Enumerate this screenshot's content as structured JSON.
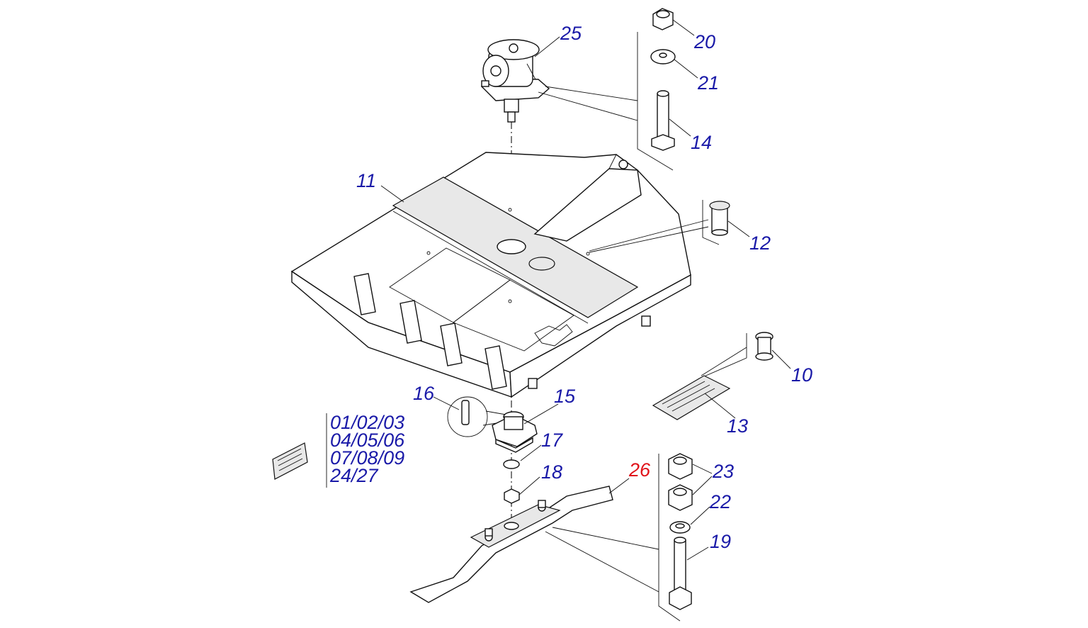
{
  "callouts": {
    "c25": "25",
    "c20": "20",
    "c21": "21",
    "c14": "14",
    "c11": "11",
    "c12": "12",
    "c10": "10",
    "c13": "13",
    "c16": "16",
    "c15": "15",
    "c17": "17",
    "c18": "18",
    "c26": "26",
    "c23": "23",
    "c22": "22",
    "c19": "19"
  },
  "label_group": {
    "line1": "01/02/03",
    "line2": "04/05/06",
    "line3": "07/08/09",
    "line4": "24/27"
  },
  "colors": {
    "callout": "#1a1aa8",
    "highlight_callout": "#e0141b",
    "line": "#111111"
  }
}
